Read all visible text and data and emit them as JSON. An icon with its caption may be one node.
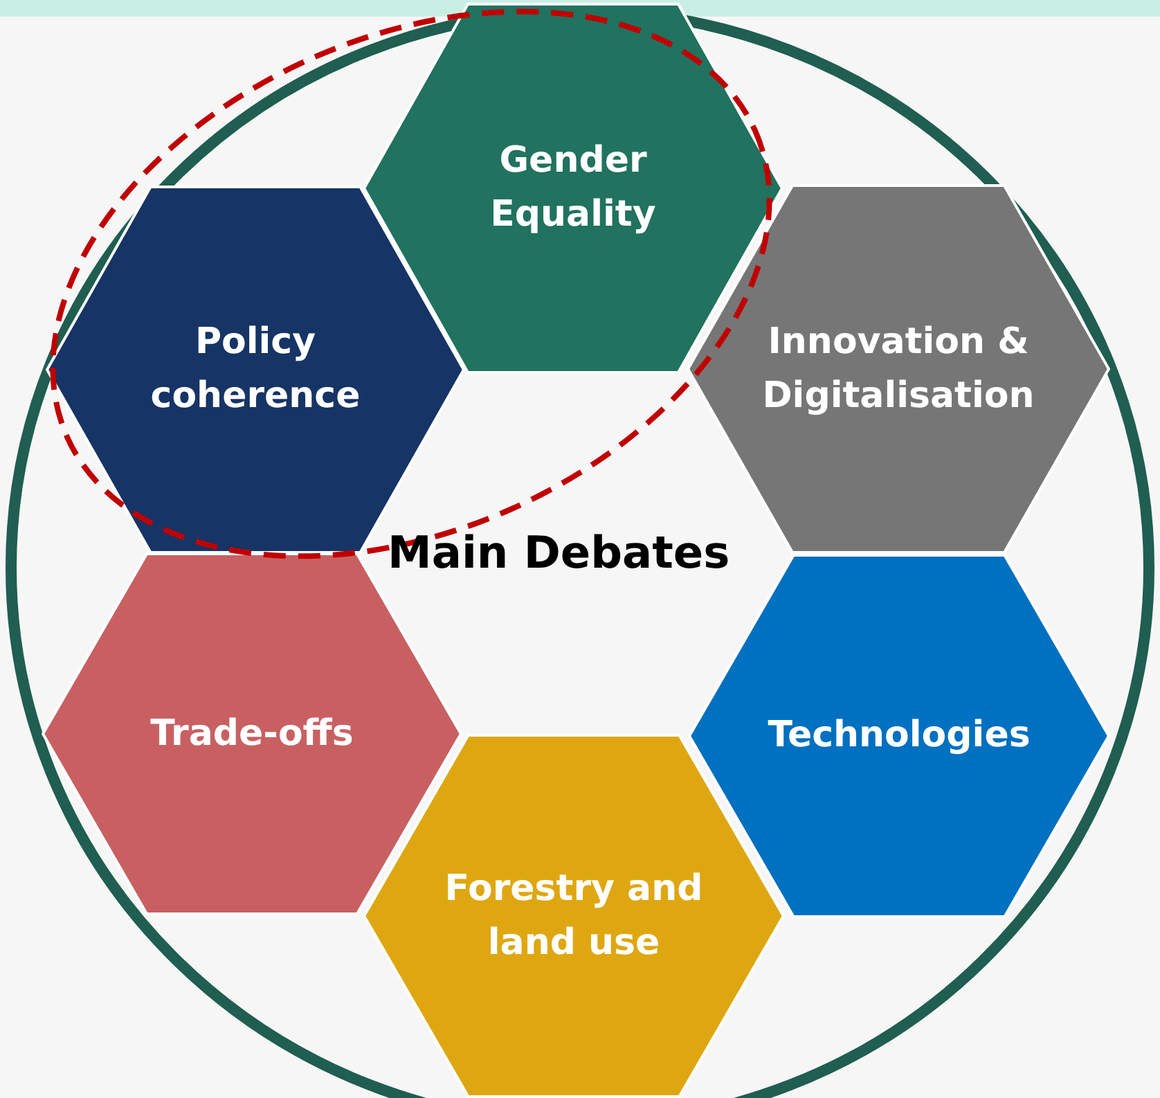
{
  "diagram": {
    "nodes": [
      {
        "text": [
          "Gender Equality"
        ]
      },
      {
        "text": [
          "Policy coherence"
        ]
      },
      {
        "text": [
          "Innovation & Digitalisation"
        ]
      },
      {
        "text": [
          "Trade-offs"
        ]
      },
      {
        "text": [
          "Technologies"
        ]
      },
      {
        "text": [
          "Forestry and land use"
        ]
      }
    ],
    "labels": [
      "Main Debates"
    ]
  }
}
